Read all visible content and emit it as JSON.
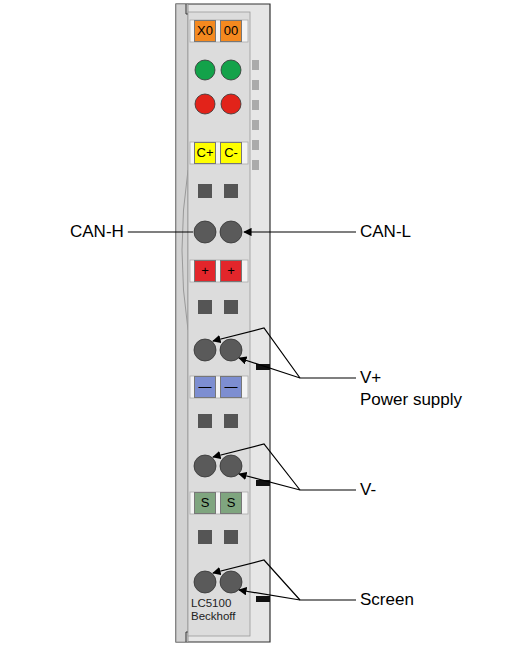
{
  "diagram": {
    "labels": [
      "X0",
      "00",
      "C+",
      "C-",
      "CAN-H",
      "CAN-L",
      "+",
      "+",
      "V+",
      "Power supply",
      "—",
      "—",
      "V-",
      "S",
      "S",
      "Screen",
      "LC5100",
      "Beckhoff"
    ]
  }
}
